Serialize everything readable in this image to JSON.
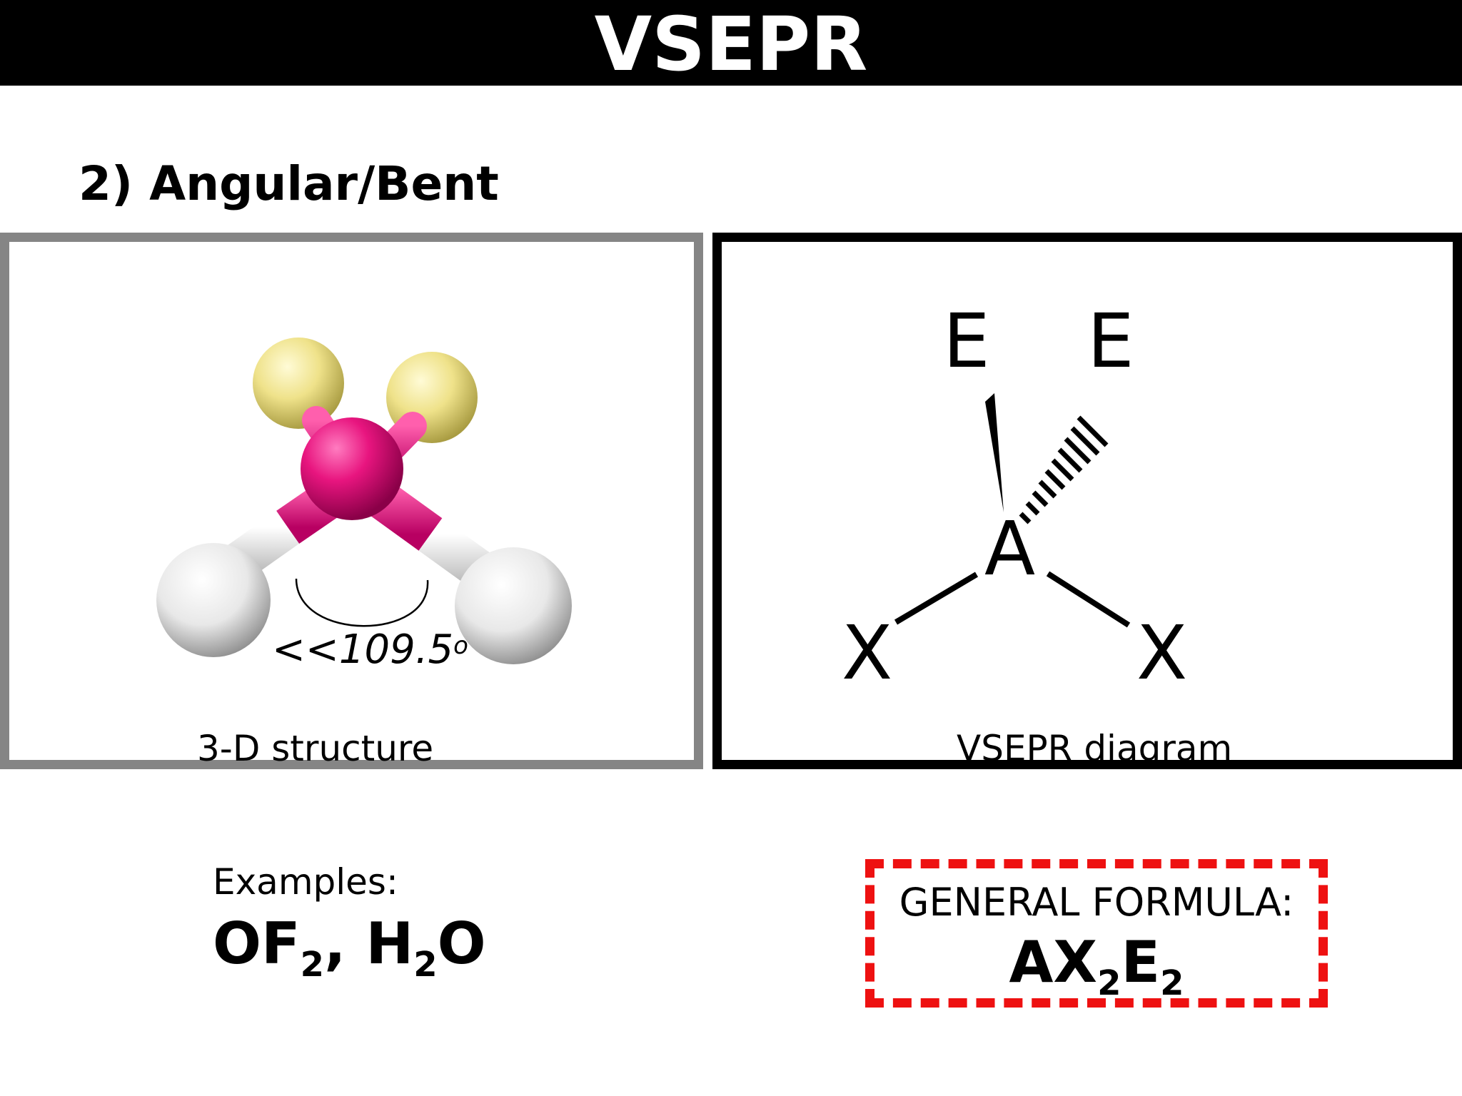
{
  "header": {
    "title": "VSEPR"
  },
  "section": {
    "heading": "2) Angular/Bent"
  },
  "left_panel": {
    "caption": "3-D structure",
    "angle_prefix": "<<109.5",
    "angle_unit": "o",
    "colors": {
      "central_atom": "#e8157f",
      "outer_atom_yellow": "#f0e58e",
      "hydrogen": "#eeeeee",
      "border": "#858585"
    }
  },
  "right_panel": {
    "caption": "VSEPR diagram",
    "central": "A",
    "lone_pair_left": "E",
    "lone_pair_right": "E",
    "bonded_left": "X",
    "bonded_right": "X"
  },
  "examples": {
    "label": "Examples:",
    "f1_main": "OF",
    "f1_sub": "2",
    "separator": ",",
    "f2_a": "H",
    "f2_sub": "2",
    "f2_b": "O"
  },
  "general_formula": {
    "label": "GENERAL FORMULA:",
    "p1": "AX",
    "s1": "2",
    "p2": "E",
    "s2": "2",
    "border_color": "#ee1111"
  }
}
